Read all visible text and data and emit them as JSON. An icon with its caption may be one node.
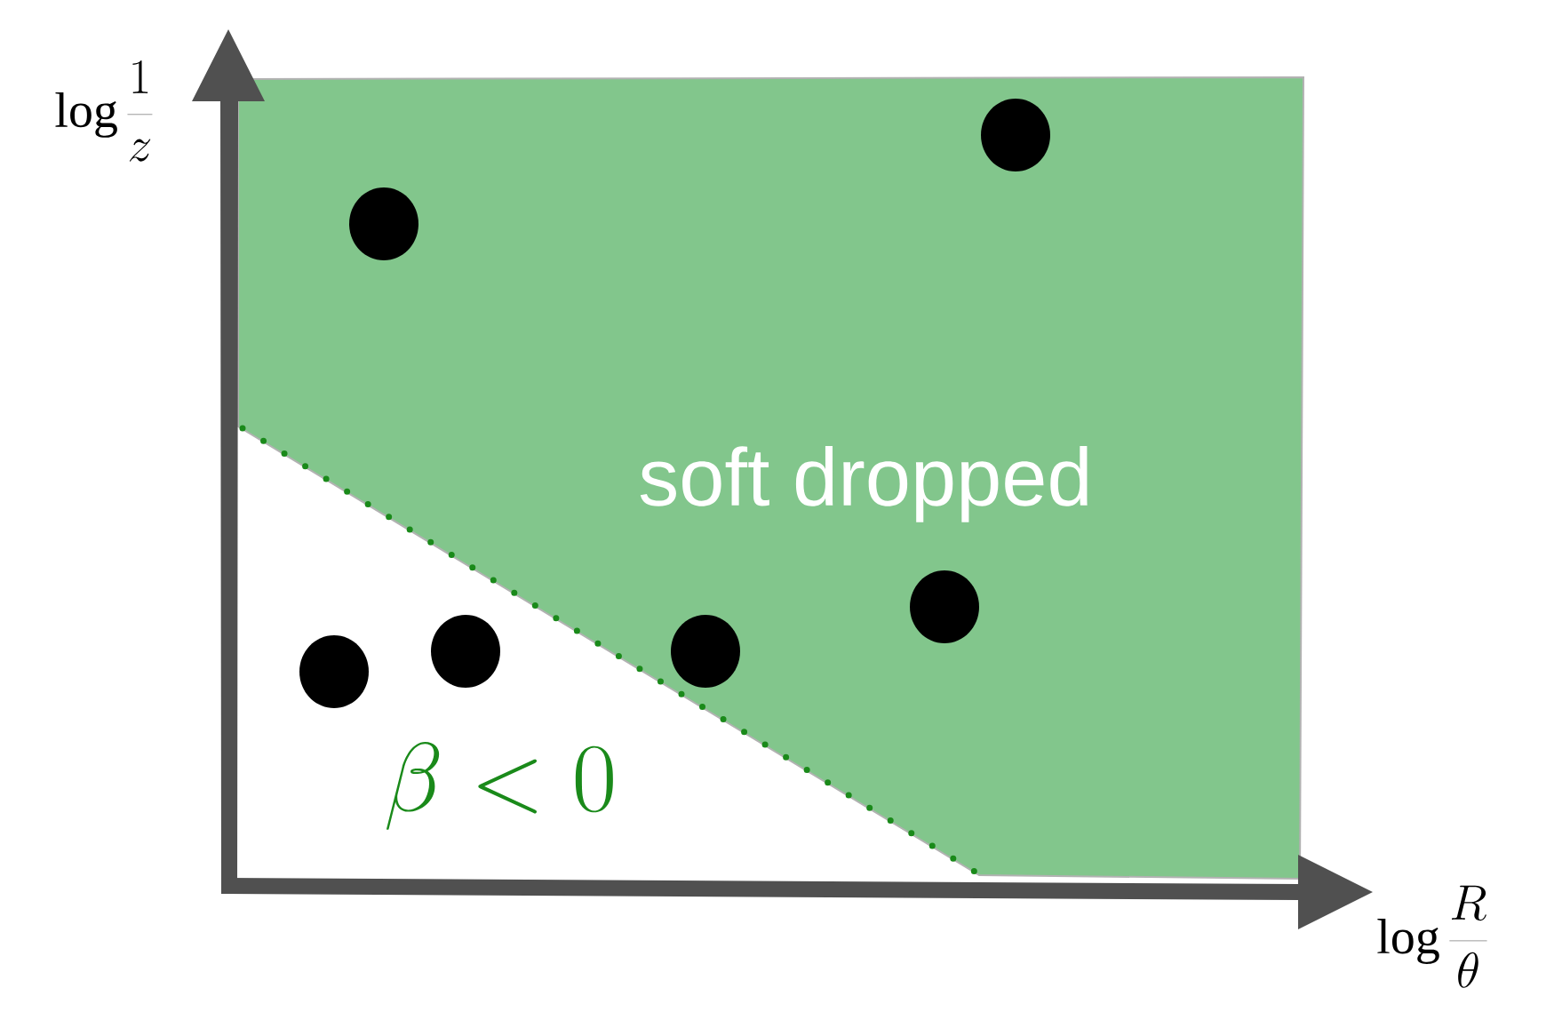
{
  "diagram": {
    "nodes": [
      {
        "text": [],
        "shape": "circle"
      },
      {
        "text": [],
        "shape": "circle"
      },
      {
        "text": [],
        "shape": "circle"
      },
      {
        "text": [],
        "shape": "circle"
      },
      {
        "text": [],
        "shape": "circle"
      },
      {
        "text": [],
        "shape": "circle"
      }
    ],
    "labels": [
      "\\log\\frac{1}{z}",
      "soft dropped",
      "\\beta<0",
      "\\log\\frac{R}{\\theta}"
    ]
  }
}
